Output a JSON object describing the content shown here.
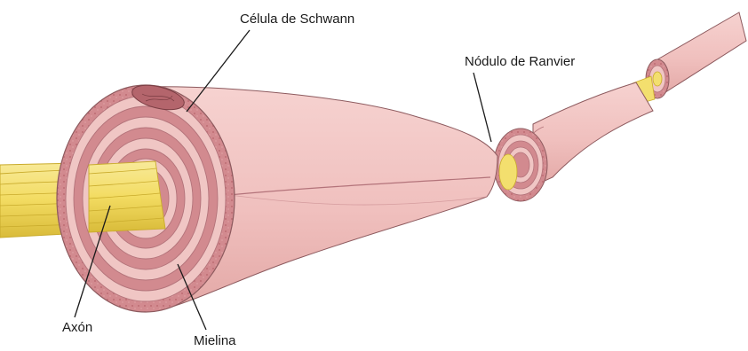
{
  "labels": {
    "schwann": "Célula de Schwann",
    "ranvier": "Nódulo de Ranvier",
    "axon": "Axón",
    "mielina": "Mielina"
  },
  "colors": {
    "sheath_fill": "#f2c4c2",
    "sheath_shadow": "#e2a6a4",
    "ring_dark": "#c67f84",
    "ring_light": "#f0c6c4",
    "axon_fill": "#f3df6e",
    "axon_line": "#c9ab2c",
    "outline": "#8d5a5e",
    "pointer": "#1a1a1a"
  }
}
